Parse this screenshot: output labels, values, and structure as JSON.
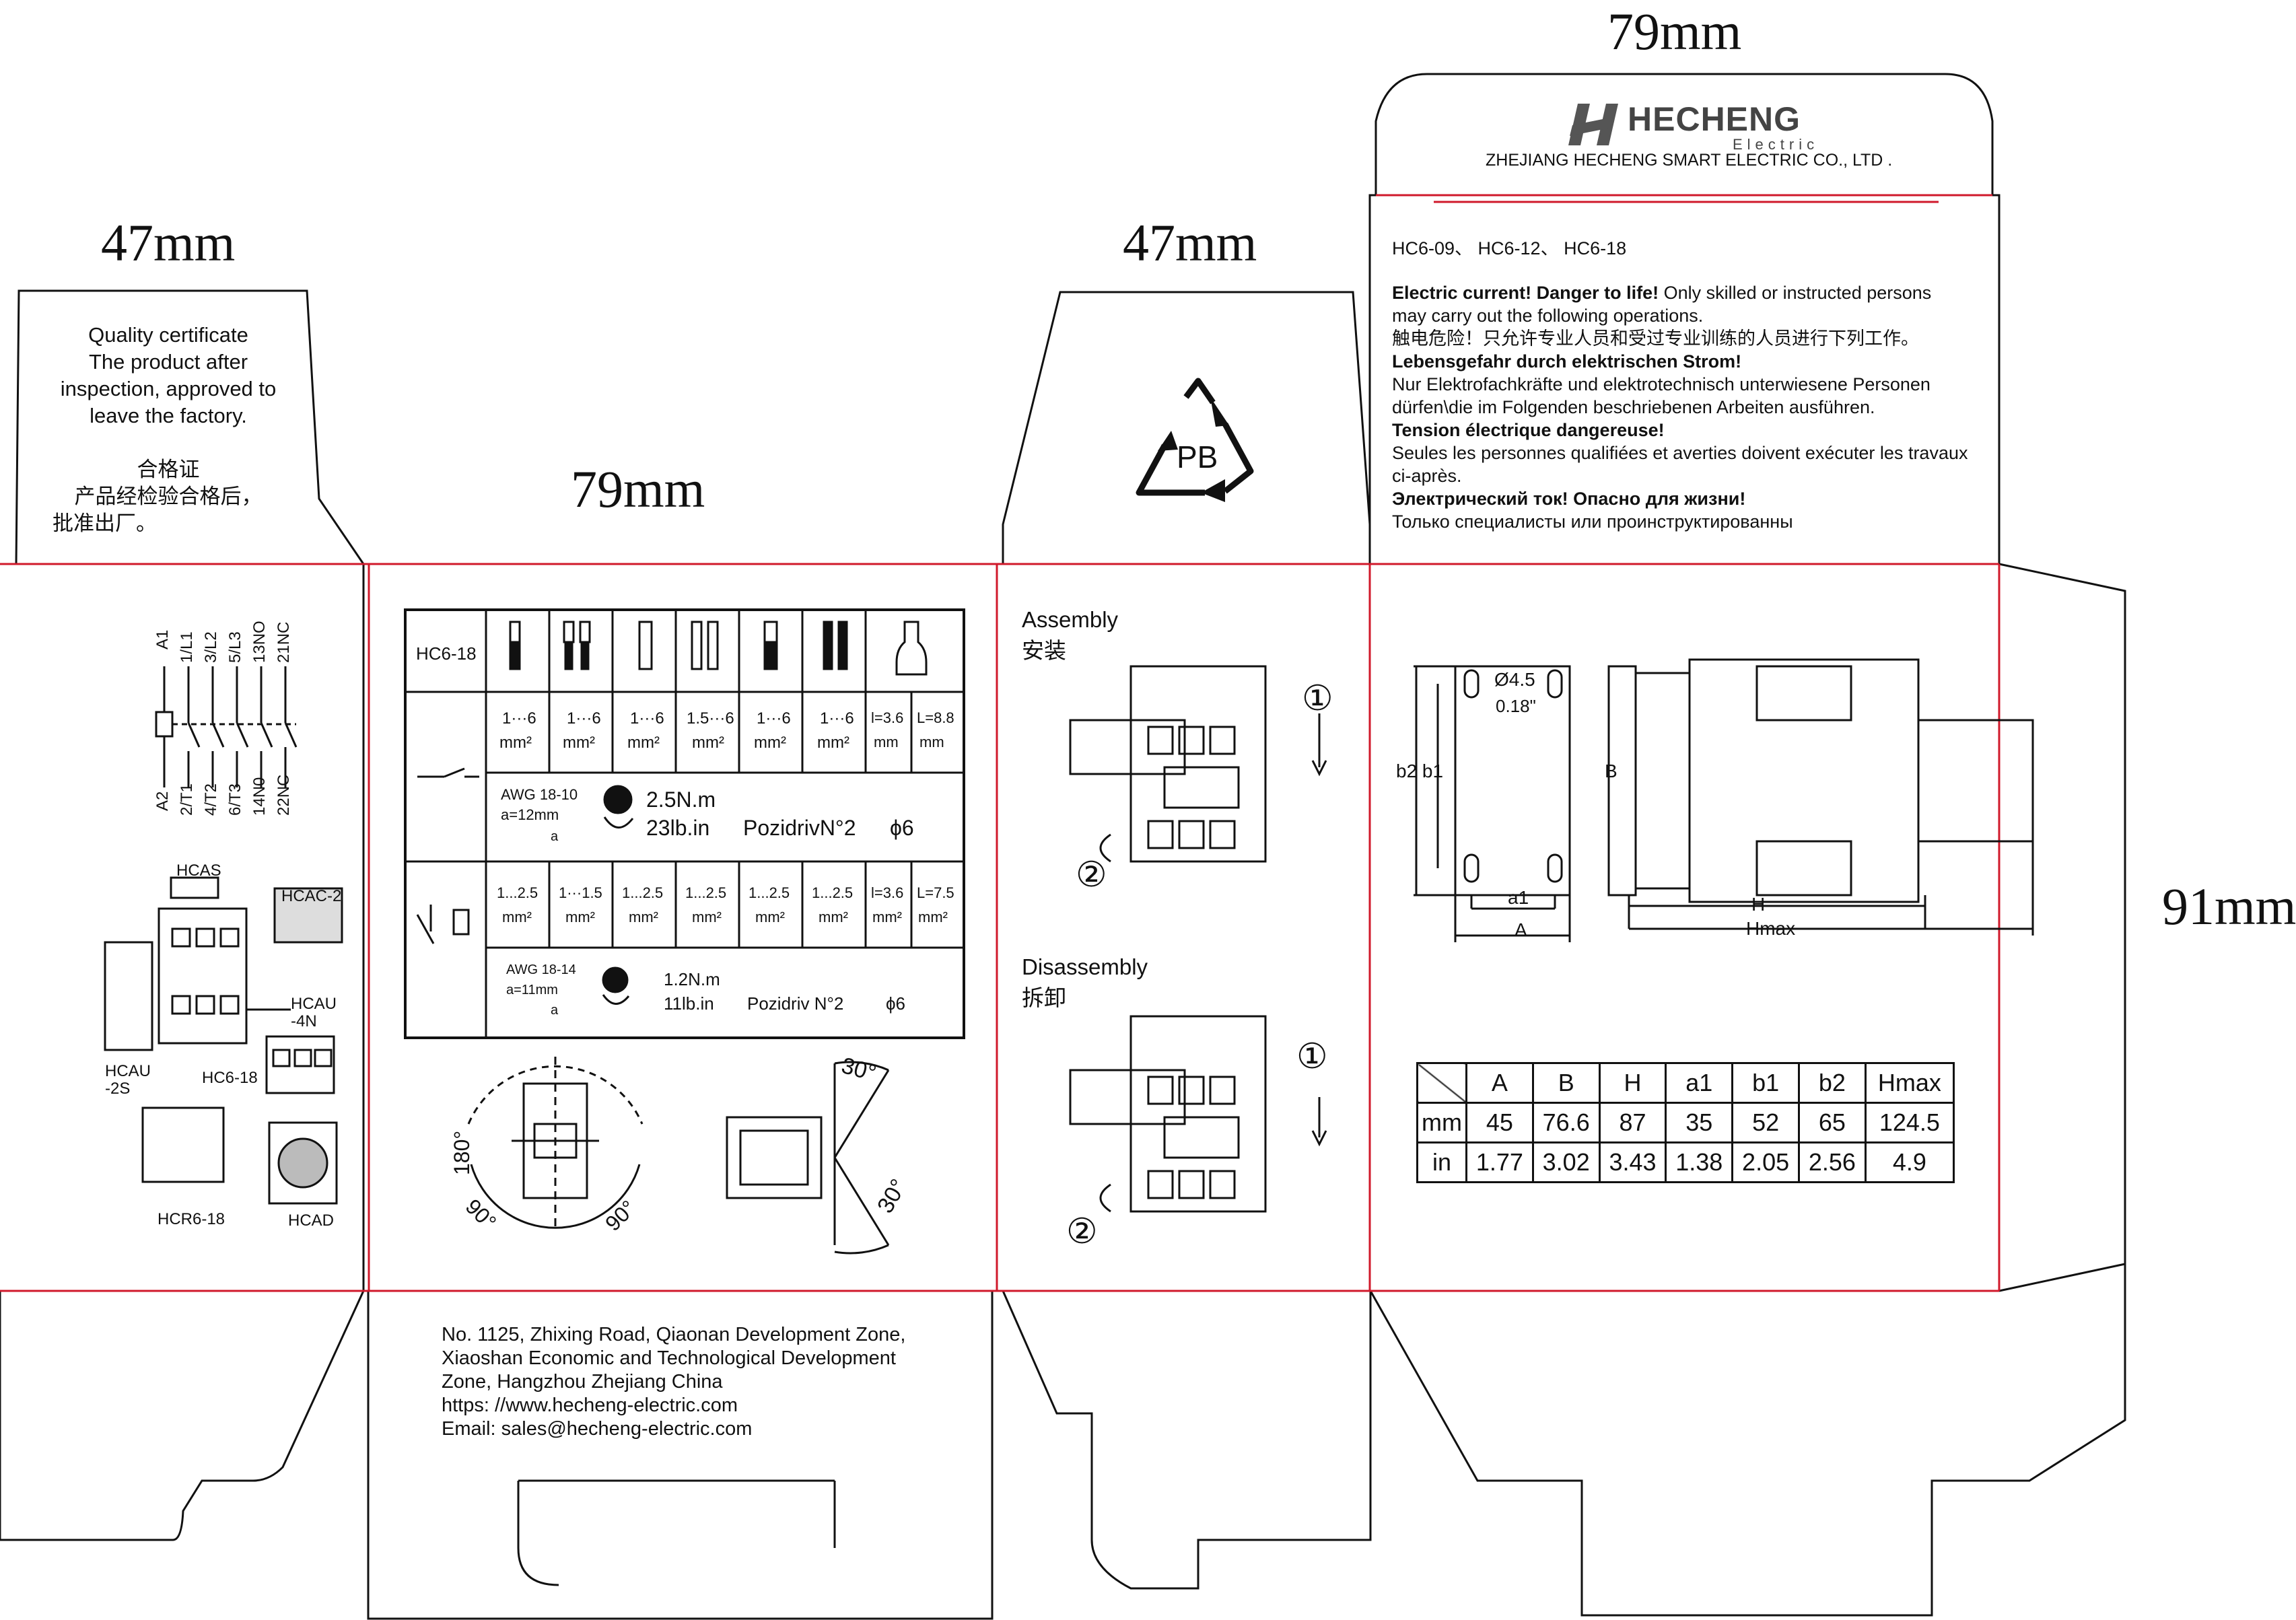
{
  "dimensions": {
    "top_width": "79mm",
    "left_flap_width": "47mm",
    "front_width": "79mm",
    "right_flap_width": "47mm",
    "height": "91mm"
  },
  "brand": {
    "name": "HECHENG",
    "subtitle": "Electric",
    "company": "ZHEJIANG HECHENG SMART ELECTRIC CO., LTD ."
  },
  "models": "HC6-09、 HC6-12、 HC6-18",
  "warning": {
    "en_bold": "Electric current! Danger to life!",
    "en_rest": " Only skilled or instructed persons",
    "en_line2": "may carry out the following operations.",
    "zh": "触电危险！只允许专业人员和受过专业训练的人员进行下列工作。",
    "de_title": "Lebensgefahr durch elektrischen Strom!",
    "de_line1": "Nur Elektrofachkräfte und elektrotechnisch unterwiesene Personen",
    "de_line2": "dürfen\\die im Folgenden beschriebenen Arbeiten ausführen.",
    "fr_title": "Tension électrique dangereuse!",
    "fr_line1": "Seules les personnes qualifiées et averties doivent exécuter les travaux",
    "fr_line2": "ci-après.",
    "ru_title": "Электрический ток! Опасно для жизни!",
    "ru_line1": "Только специалисты или проинструктированны"
  },
  "quality": {
    "en_line1": "Quality certificate",
    "en_line2": "The product after",
    "en_line3": "inspection, approved to",
    "en_line4": "leave the factory.",
    "zh_title": "合格证",
    "zh_line1": "产品经检验合格后，",
    "zh_line2": "批准出厂。"
  },
  "recycle": {
    "code": "PB"
  },
  "wiring": {
    "top_labels": [
      "A1",
      "1/L1",
      "3/L2",
      "5/L3",
      "13NO",
      "21NC"
    ],
    "bottom_labels": [
      "A2",
      "2/T1",
      "4/T2",
      "6/T3",
      "14N0",
      "22NC"
    ]
  },
  "accessories": [
    "HCAS",
    "HCAC-2",
    "HCAU",
    "-4N",
    "HCAU",
    "-2S",
    "HC6-18",
    "HCR6-18",
    "HCAD"
  ],
  "spec_table": {
    "model": "HC6-18",
    "row1": [
      "1···6",
      "1···6",
      "1···6",
      "1.5···6",
      "1···6",
      "1···6",
      "l=3.6",
      "L=8.8"
    ],
    "row1_unit": [
      "mm²",
      "mm²",
      "mm²",
      "mm²",
      "mm²",
      "mm²",
      "mm",
      "mm"
    ],
    "awg1": "AWG 18-10",
    "a1": "a=12mm",
    "torque1_nm": "2.5N.m",
    "torque1_lb": "23lb.in",
    "screw1": "PozidrivN°2",
    "phi1": "ϕ6",
    "row2": [
      "1...2.5",
      "1···1.5",
      "1...2.5",
      "1...2.5",
      "1...2.5",
      "1...2.5",
      "l=3.6",
      "L=7.5"
    ],
    "row2_unit": [
      "mm²",
      "mm²",
      "mm²",
      "mm²",
      "mm²",
      "mm²",
      "mm²",
      "mm²"
    ],
    "awg2": "AWG 18-14",
    "a2": "a=11mm",
    "torque2_nm": "1.2N.m",
    "torque2_lb": "11lb.in",
    "screw2": "Pozidriv N°2",
    "phi2": "ϕ6",
    "a_label": "a"
  },
  "angles": {
    "a180": "180°",
    "a90_left": "90°",
    "a90_right": "90°",
    "a30_top": "30°",
    "a30_bottom": "30°"
  },
  "assembly": {
    "title_en": "Assembly",
    "title_zh": "安装",
    "dis_en": "Disassembly",
    "dis_zh": "拆卸",
    "step1": "①",
    "step2": "②"
  },
  "address": {
    "line1": "No. 1125, Zhixing Road, Qiaonan Development Zone,",
    "line2": "Xiaoshan Economic and Technological Development",
    "line3": "Zone, Hangzhou Zhejiang China",
    "line4": "https: //www.hecheng-electric.com",
    "line5": "Email: sales@hecheng-electric.com"
  },
  "drawing": {
    "hole_dia": "Ø4.5",
    "hole_in": "0.18\"",
    "b2b1": "b2 b1",
    "B": "B",
    "a1": "a1",
    "A": "A",
    "H": "H",
    "Hmax": "Hmax"
  },
  "dim_table": {
    "headers": [
      "A",
      "B",
      "H",
      "a1",
      "b1",
      "b2",
      "Hmax"
    ],
    "rows": [
      {
        "unit": "mm",
        "values": [
          "45",
          "76.6",
          "87",
          "35",
          "52",
          "65",
          "124.5"
        ]
      },
      {
        "unit": "in",
        "values": [
          "1.77",
          "3.02",
          "3.43",
          "1.38",
          "2.05",
          "2.56",
          "4.9"
        ]
      }
    ]
  },
  "colors": {
    "cut_line": "#111111",
    "fold_line": "#d0192b"
  }
}
